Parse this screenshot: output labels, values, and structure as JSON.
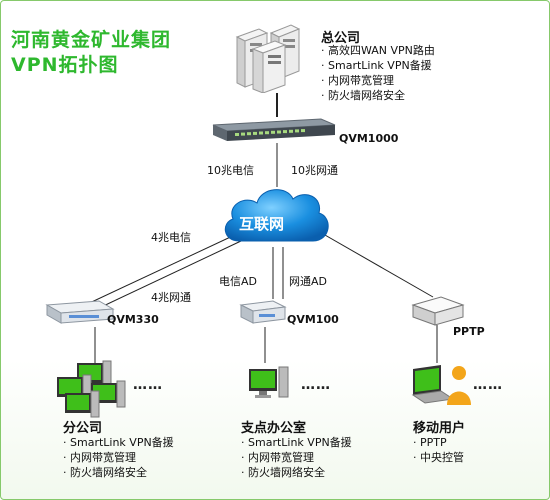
{
  "title": {
    "line1": "河南黄金矿业集团",
    "line2": "VPN拓扑图"
  },
  "headquarters": {
    "heading": "总公司",
    "features": [
      "高效四WAN VPN路由",
      "SmartLink VPN备援",
      "内网带宽管理",
      "防火墙网络安全"
    ],
    "device_label": "QVM1000",
    "link_left_label": "10兆电信",
    "link_right_label": "10兆网通"
  },
  "internet": {
    "label": "互联网"
  },
  "branch": {
    "heading": "分公司",
    "device_label": "QVM330",
    "link_telecom_label": "4兆电信",
    "link_netcom_label": "4兆网通",
    "features": [
      "SmartLink VPN备援",
      "内网带宽管理",
      "防火墙网络安全"
    ],
    "ellipsis": "……"
  },
  "office": {
    "heading": "支点办公室",
    "device_label": "QVM100",
    "link_left_label": "电信AD",
    "link_right_label": "网通AD",
    "features": [
      "SmartLink VPN备援",
      "内网带宽管理",
      "防火墙网络安全"
    ],
    "ellipsis": "……"
  },
  "mobile": {
    "heading": "移动用户",
    "device_label": "PPTP",
    "features": [
      "PPTP",
      "中央控管"
    ],
    "ellipsis": "……"
  },
  "colors": {
    "title_green": "#2eb82e",
    "cloud_blue": "#1a8fe0",
    "screen_green": "#3fbf1a",
    "border_green": "#86c96b"
  }
}
